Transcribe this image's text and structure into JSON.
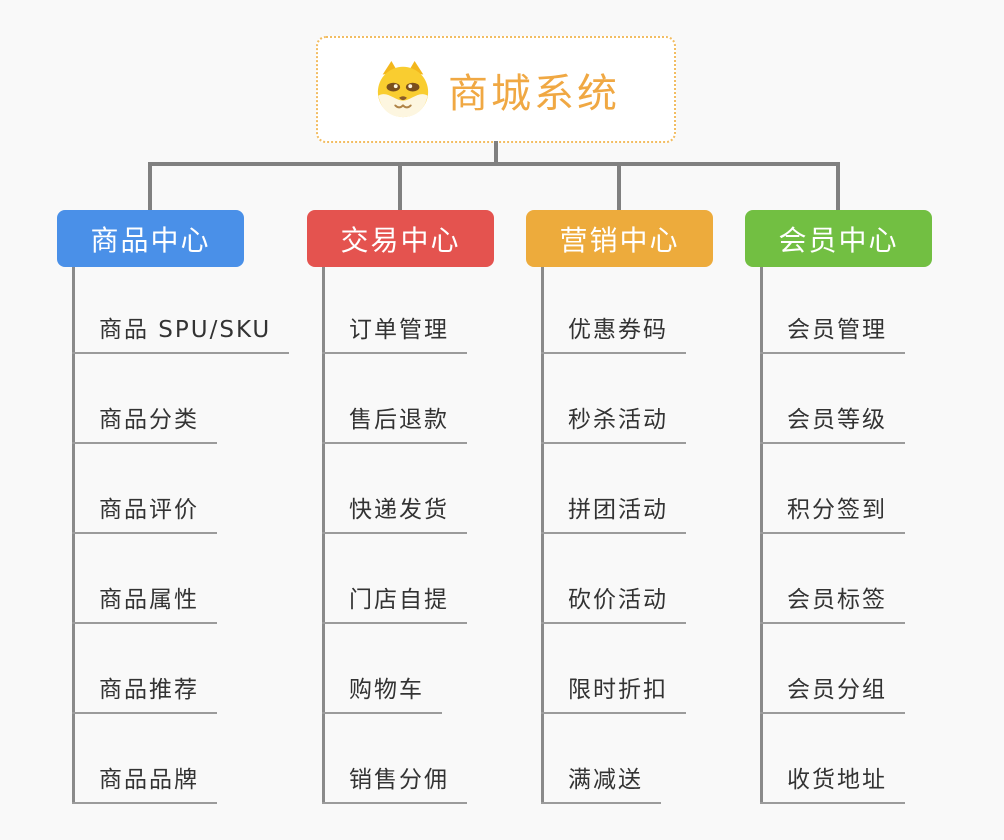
{
  "page": {
    "background_color": "#f9f9f9",
    "connector_color": "#808080"
  },
  "root": {
    "label": "商城系统",
    "icon": "dog-face-icon",
    "text_color": "#f0a843",
    "border_color": "#f2bd62",
    "background": "#ffffff"
  },
  "branches": [
    {
      "label": "商品中心",
      "color": "#4a90e8",
      "children": [
        "商品 SPU/SKU",
        "商品分类",
        "商品评价",
        "商品属性",
        "商品推荐",
        "商品品牌"
      ]
    },
    {
      "label": "交易中心",
      "color": "#e4534f",
      "children": [
        "订单管理",
        "售后退款",
        "快递发货",
        "门店自提",
        "购物车",
        "销售分佣"
      ]
    },
    {
      "label": "营销中心",
      "color": "#edab3c",
      "children": [
        "优惠券码",
        "秒杀活动",
        "拼团活动",
        "砍价活动",
        "限时折扣",
        "满减送"
      ]
    },
    {
      "label": "会员中心",
      "color": "#72bf42",
      "children": [
        "会员管理",
        "会员等级",
        "积分签到",
        "会员标签",
        "会员分组",
        "收货地址"
      ]
    }
  ]
}
